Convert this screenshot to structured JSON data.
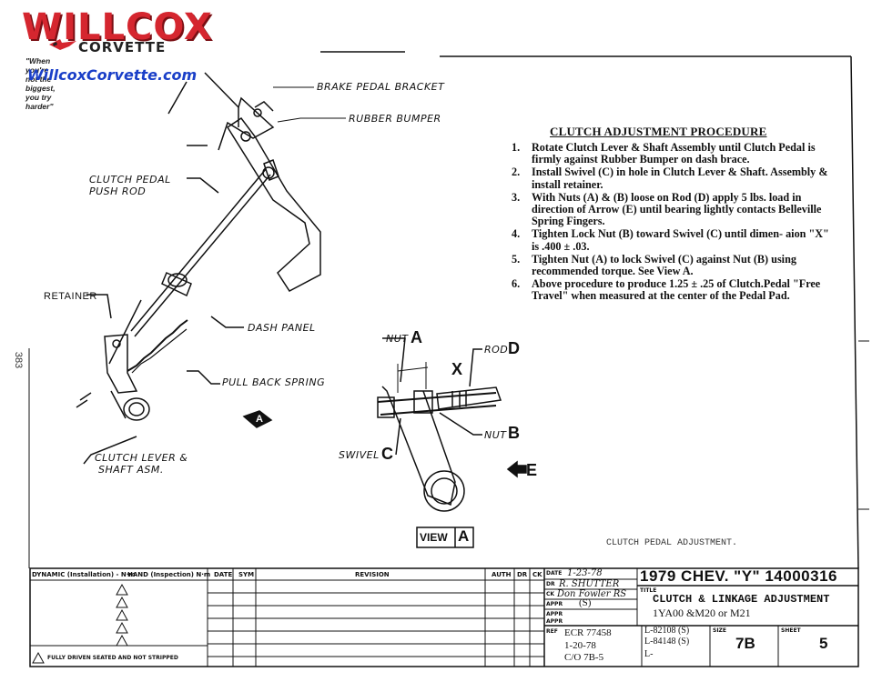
{
  "logo": {
    "word": "WILLCOX",
    "sub": "CORVETTE",
    "tagline": "\"When you're not the biggest, you try harder\"",
    "url": "WillcoxCorvette.com"
  },
  "procedure": {
    "title": "CLUTCH ADJUSTMENT PROCEDURE",
    "steps": [
      {
        "num": "1.",
        "text": "Rotate Clutch Lever & Shaft Assembly until Clutch Pedal is firmly against Rubber Bumper on dash brace."
      },
      {
        "num": "2.",
        "text": "Install Swivel (C) in hole in Clutch Lever & Shaft. Assembly & install retainer."
      },
      {
        "num": "3.",
        "text": "With Nuts (A) & (B) loose on Rod (D) apply 5 lbs. load in direction of Arrow (E) until bearing lightly contacts Belleville Spring Fingers."
      },
      {
        "num": "4.",
        "text": "Tighten Lock Nut (B) toward Swivel (C) until dimen- aion \"X\" is .400 ± .03."
      },
      {
        "num": "5.",
        "text": "Tighten Nut (A) to lock Swivel (C) against Nut (B) using recommended torque.   See View A."
      },
      {
        "num": "6.",
        "text": "Above procedure to produce 1.25 ± .25 of Clutch.Pedal \"Free Travel\" when measured at the center of the Pedal Pad."
      }
    ]
  },
  "labels": {
    "brake_pedal_bracket": "BRAKE PEDAL BRACKET",
    "rubber_bumper": "RUBBER BUMPER",
    "clutch_pedal_push_rod_1": "CLUTCH PEDAL",
    "clutch_pedal_push_rod_2": "PUSH ROD",
    "retainer": "RETAINER",
    "dash_panel": "DASH PANEL",
    "pull_back_spring": "PULL BACK SPRING",
    "clutch_lever_1": "CLUTCH LEVER &",
    "clutch_lever_2": "SHAFT ASM.",
    "nut": "NUT",
    "nut_a_letter": "A",
    "rod": "ROD",
    "rod_d_letter": "D",
    "dim_x": "X",
    "nut_b_letter": "B",
    "swivel": "SWIVEL",
    "swivel_c_letter": "C",
    "arrow_e_letter": "E",
    "view_a_marker": "A",
    "view": "VIEW",
    "view_letter": "A"
  },
  "caption": "CLUTCH PEDAL ADJUSTMENT.",
  "page_number": "383",
  "title_block": {
    "col_dynamic": "DYNAMIC (Installation) - N·m",
    "col_hand": "HAND (Inspection) N·m",
    "col_date": "DATE",
    "col_sym": "SYM",
    "col_revision": "REVISION",
    "col_auth": "AUTH",
    "col_dr": "DR",
    "col_ck": "CK",
    "fully_driven": "FULLY DRIVEN SEATED AND NOT STRIPPED",
    "date_label": "DATE",
    "date_value": "1-23-78",
    "dr_label": "DR",
    "dr_value": "R. SHUTTER",
    "ck_label": "CK",
    "ck_value": "Don Fowler RS",
    "appr_label": "APPR",
    "appr_value": "(S)",
    "ref_label": "REF",
    "ref_ecr": "ECR 77458",
    "ref_date": "1-20-78",
    "ref_co": "C/O 7B-5",
    "nums_1": "L-82108 (S)",
    "nums_2": "L-84148 (S)",
    "nums_3": "L-",
    "model": "1979 CHEV. \"Y\" 14000316",
    "title_label": "TITLE",
    "title_1": "CLUTCH & LINKAGE ADJUSTMENT",
    "title_2": "1YA00 &M20 or M21",
    "size_label": "SIZE",
    "size_value": "7B",
    "sheet_label": "SHEET",
    "sheet_value": "5"
  }
}
